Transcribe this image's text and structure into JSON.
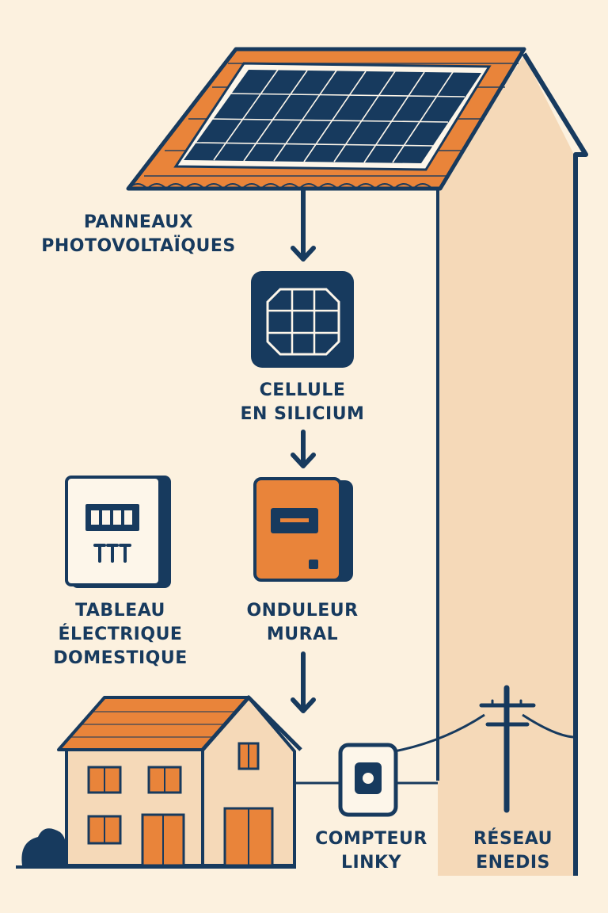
{
  "labels": {
    "panels": {
      "line1": "PANNEAUX",
      "line2": "PHOTOVOLTAÏQUES"
    },
    "cell": {
      "line1": "CELLULE",
      "line2": "EN SILICIUM"
    },
    "inverter": {
      "line1": "ONDULEUR",
      "line2": "MURAL"
    },
    "panel_board": {
      "line1": "TABLEAU",
      "line2": "ÉLECTRIQUE",
      "line3": "DOMESTIQUE"
    },
    "meter": {
      "line1": "COMPTEUR",
      "line2": "LINKY"
    },
    "grid": {
      "line1": "RÉSEAU",
      "line2": "ENEDIS"
    }
  },
  "colors": {
    "background": "#fcf1df",
    "wall": "#f5d9b8",
    "navy": "#173a5e",
    "orange": "#e9843a",
    "white": "#fdf6ea"
  },
  "icons": [
    "solar-panel-icon",
    "silicon-cell-icon",
    "inverter-icon",
    "electrical-panel-icon",
    "linky-meter-icon",
    "utility-pole-icon",
    "house-icon"
  ]
}
